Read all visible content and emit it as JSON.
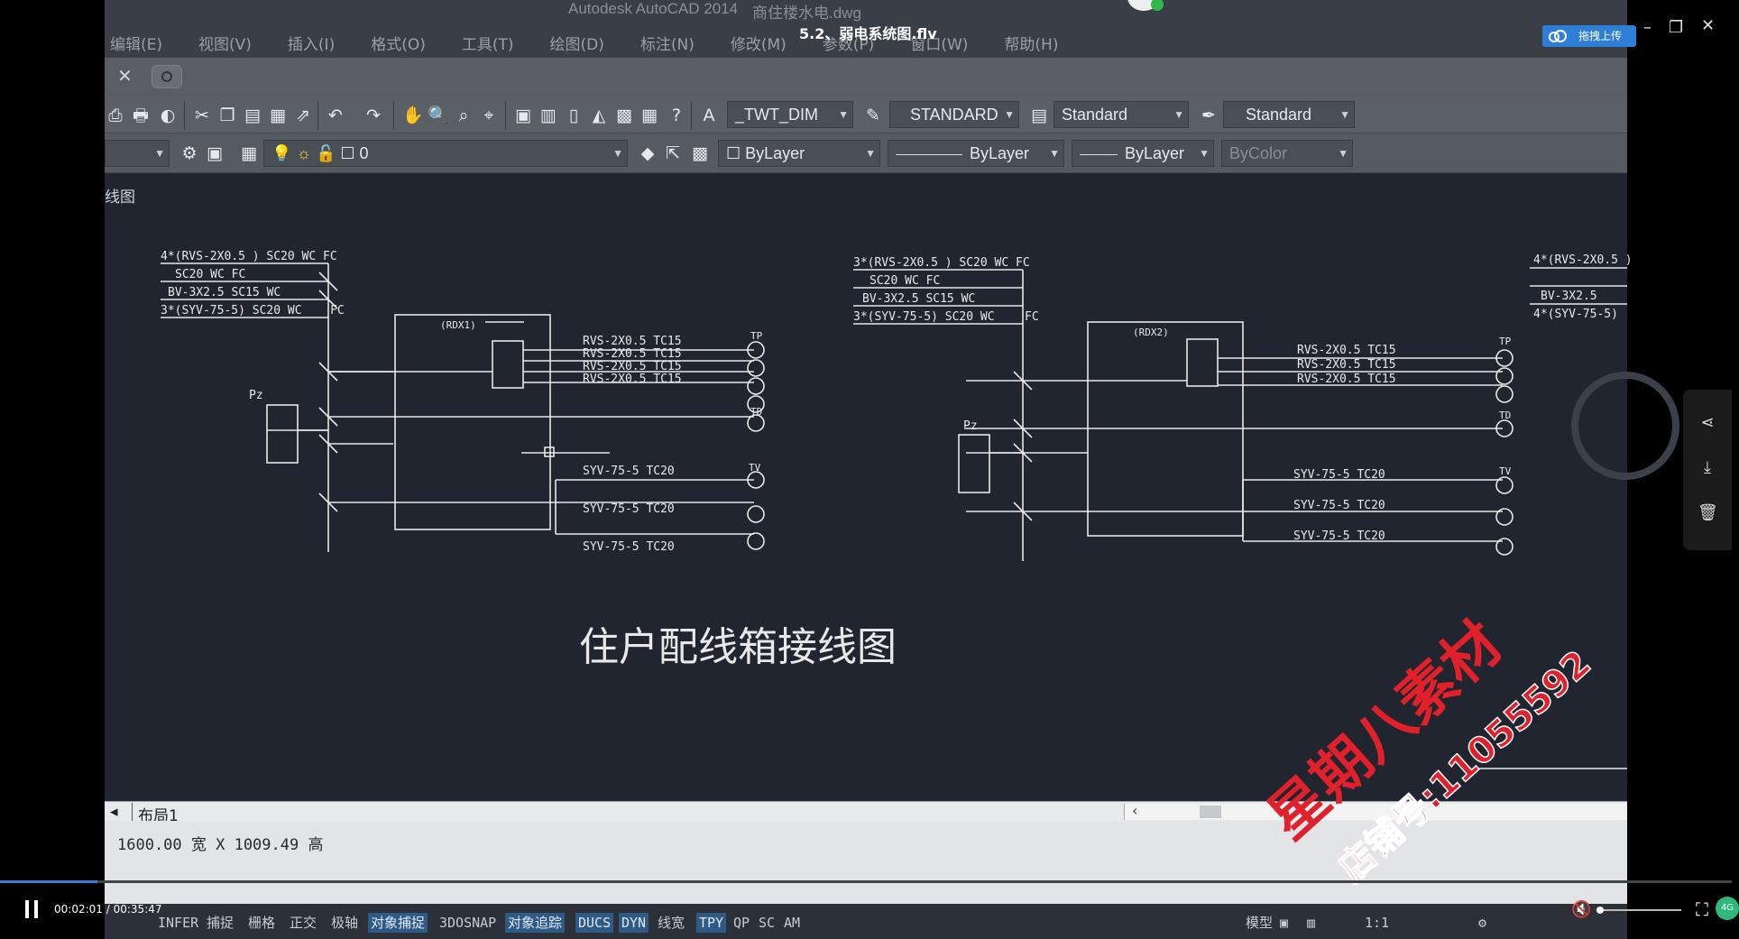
{
  "player": {
    "title": "5.2、弱电系统图.flv",
    "upload_label": "拖拽上传",
    "time_current": "00:02:01",
    "time_separator": "/",
    "time_total": "00:35:47",
    "progress": 0.056,
    "volume_level": 0.0
  },
  "acad": {
    "app_title": "Autodesk AutoCAD 2014",
    "file_name": "商住楼水电.dwg",
    "menu": [
      "编辑(E)",
      "视图(V)",
      "插入(I)",
      "格式(O)",
      "工具(T)",
      "绘图(D)",
      "标注(N)",
      "修改(M)",
      "参数(P)",
      "窗口(W)",
      "帮助(H)"
    ],
    "toolbar1": {
      "text_style": "_TWT_DIM",
      "dim_style": "STANDARD",
      "table_style": "Standard",
      "multileader_style": "Standard"
    },
    "toolbar2": {
      "layer": "0",
      "color": "ByLayer",
      "linetype": "ByLayer",
      "lineweight": "ByLayer",
      "plotstyle": "ByColor"
    },
    "viewport_label": "线图",
    "layout_tab": "布局1",
    "command_output": "1600.00 宽 X 1009.49 高",
    "status_toggles": [
      {
        "label": "INFER",
        "on": false
      },
      {
        "label": "捕捉",
        "on": false
      },
      {
        "label": "栅格",
        "on": false
      },
      {
        "label": "正交",
        "on": false
      },
      {
        "label": "极轴",
        "on": false
      },
      {
        "label": "对象捕捉",
        "on": true
      },
      {
        "label": "3DOSNAP",
        "on": false
      },
      {
        "label": "对象追踪",
        "on": true
      },
      {
        "label": "DUCS",
        "on": true
      },
      {
        "label": "DYN",
        "on": true
      },
      {
        "label": "线宽",
        "on": false
      },
      {
        "label": "TPY",
        "on": true
      },
      {
        "label": "QP",
        "on": false
      },
      {
        "label": "SC",
        "on": false
      },
      {
        "label": "AM",
        "on": false
      }
    ],
    "status_right": {
      "model": "模型",
      "scale": "1:1"
    }
  },
  "drawing": {
    "title": "住户配线箱接线图",
    "left": {
      "header_lines": [
        "4*(RVS-2X0.5 ) SC20 WC FC",
        "SC20 WC FC",
        "BV-3X2.5 SC15 WC",
        "3*(SYV-75-5) SC20 WC"
      ],
      "header_fc": "FC",
      "box_label": "(RDX1)",
      "pz": "Pz",
      "tp": "TP",
      "td": "TD",
      "tv": "TV",
      "rvs": [
        "RVS-2X0.5 TC15",
        "RVS-2X0.5 TC15",
        "RVS-2X0.5 TC15",
        "RVS-2X0.5 TC15"
      ],
      "syv": [
        "SYV-75-5 TC20",
        "SYV-75-5 TC20",
        "SYV-75-5 TC20"
      ]
    },
    "right": {
      "header_lines": [
        "3*(RVS-2X0.5 ) SC20 WC FC",
        "SC20 WC FC",
        "BV-3X2.5 SC15 WC",
        "3*(SYV-75-5) SC20 WC"
      ],
      "header_fc": "FC",
      "box_label": "(RDX2)",
      "pz": "Pz",
      "tp": "TP",
      "td": "TD",
      "tv": "TV",
      "rvs": [
        "RVS-2X0.5 TC15",
        "RVS-2X0.5 TC15",
        "RVS-2X0.5 TC15"
      ],
      "syv": [
        "SYV-75-5 TC20",
        "SYV-75-5 TC20",
        "SYV-75-5 TC20"
      ]
    },
    "partial": [
      "4*(RVS-2X0.5 )",
      "BV-3X2.5",
      "4*(SYV-75-5)"
    ]
  },
  "watermark": {
    "text_line1": "星期八素材",
    "text_line2": "店铺号:11055592"
  },
  "colors": {
    "accent": "#3a7bd5",
    "line": "#e8e8e8",
    "watermark": "#e0202a"
  }
}
